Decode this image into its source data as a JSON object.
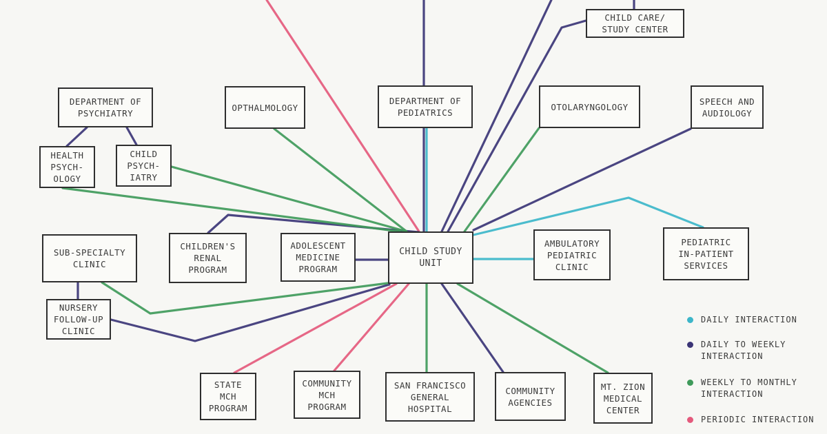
{
  "colors": {
    "daily": "#3cb6c9",
    "daily_to_weekly": "#3b3576",
    "weekly_to_monthly": "#3f9a5a",
    "periodic": "#e45a7c",
    "box_border": "#2e2e2e",
    "text": "#3a3a3a"
  },
  "nodes": {
    "center": "CHILD STUDY\nUNIT",
    "child_care": "CHILD CARE/\nSTUDY CENTER",
    "dept_psychiatry": "DEPARTMENT OF\nPSYCHIATRY",
    "health_psychology": "HEALTH\nPSYCH-\nOLOGY",
    "child_psychiatry": "CHILD\nPSYCH-\nIATRY",
    "opthalmology": "OPTHALMOLOGY",
    "dept_pediatrics": "DEPARTMENT OF\nPEDIATRICS",
    "otolaryngology": "OTOLARYNGOLOGY",
    "speech_audiology": "SPEECH AND\nAUDIOLOGY",
    "sub_specialty": "SUB-SPECIALTY\nCLINIC",
    "childrens_renal": "CHILDREN'S\nRENAL\nPROGRAM",
    "adolescent_medicine": "ADOLESCENT\nMEDICINE\nPROGRAM",
    "ambulatory_pediatric": "AMBULATORY\nPEDIATRIC\nCLINIC",
    "pediatric_inpatient": "PEDIATRIC\nIN-PATIENT\nSERVICES",
    "nursery_followup": "NURSERY\nFOLLOW-UP\nCLINIC",
    "state_mch": "STATE\nMCH\nPROGRAM",
    "community_mch": "COMMUNITY\nMCH\nPROGRAM",
    "sf_general": "SAN FRANCISCO\nGENERAL\nHOSPITAL",
    "community_agencies": "COMMUNITY\nAGENCIES",
    "mt_zion": "MT. ZION\nMEDICAL\nCENTER"
  },
  "legend": [
    {
      "key": "daily",
      "label": "DAILY INTERACTION"
    },
    {
      "key": "daily_to_weekly",
      "label": "DAILY TO WEEKLY\nINTERACTION"
    },
    {
      "key": "weekly_to_monthly",
      "label": "WEEKLY TO MONTHLY\nINTERACTION"
    },
    {
      "key": "periodic",
      "label": "PERIODIC INTERACTION"
    }
  ],
  "connections": [
    {
      "from": "center",
      "to": "dept_pediatrics",
      "type": "daily"
    },
    {
      "from": "center",
      "to": "ambulatory_pediatric",
      "type": "daily"
    },
    {
      "from": "center",
      "to": "pediatric_inpatient",
      "type": "daily"
    },
    {
      "from": "center",
      "to": "child_care",
      "type": "daily_to_weekly"
    },
    {
      "from": "center",
      "to": "speech_audiology",
      "type": "daily_to_weekly"
    },
    {
      "from": "center",
      "to": "childrens_renal",
      "type": "daily_to_weekly"
    },
    {
      "from": "center",
      "to": "adolescent_medicine",
      "type": "daily_to_weekly"
    },
    {
      "from": "center",
      "to": "nursery_followup",
      "type": "daily_to_weekly"
    },
    {
      "from": "center",
      "to": "community_agencies",
      "type": "daily_to_weekly"
    },
    {
      "from": "dept_psychiatry",
      "to": "health_psychology",
      "type": "daily_to_weekly"
    },
    {
      "from": "dept_psychiatry",
      "to": "child_psychiatry",
      "type": "daily_to_weekly"
    },
    {
      "from": "sub_specialty",
      "to": "nursery_followup",
      "type": "daily_to_weekly"
    },
    {
      "from": "center",
      "to": "opthalmology",
      "type": "weekly_to_monthly"
    },
    {
      "from": "center",
      "to": "otolaryngology",
      "type": "weekly_to_monthly"
    },
    {
      "from": "center",
      "to": "health_psychology",
      "type": "weekly_to_monthly"
    },
    {
      "from": "center",
      "to": "child_psychiatry",
      "type": "weekly_to_monthly"
    },
    {
      "from": "center",
      "to": "sub_specialty",
      "type": "weekly_to_monthly"
    },
    {
      "from": "center",
      "to": "sf_general",
      "type": "weekly_to_monthly"
    },
    {
      "from": "center",
      "to": "mt_zion",
      "type": "weekly_to_monthly"
    },
    {
      "from": "center",
      "to": "state_mch",
      "type": "periodic"
    },
    {
      "from": "center",
      "to": "community_mch",
      "type": "periodic"
    }
  ]
}
